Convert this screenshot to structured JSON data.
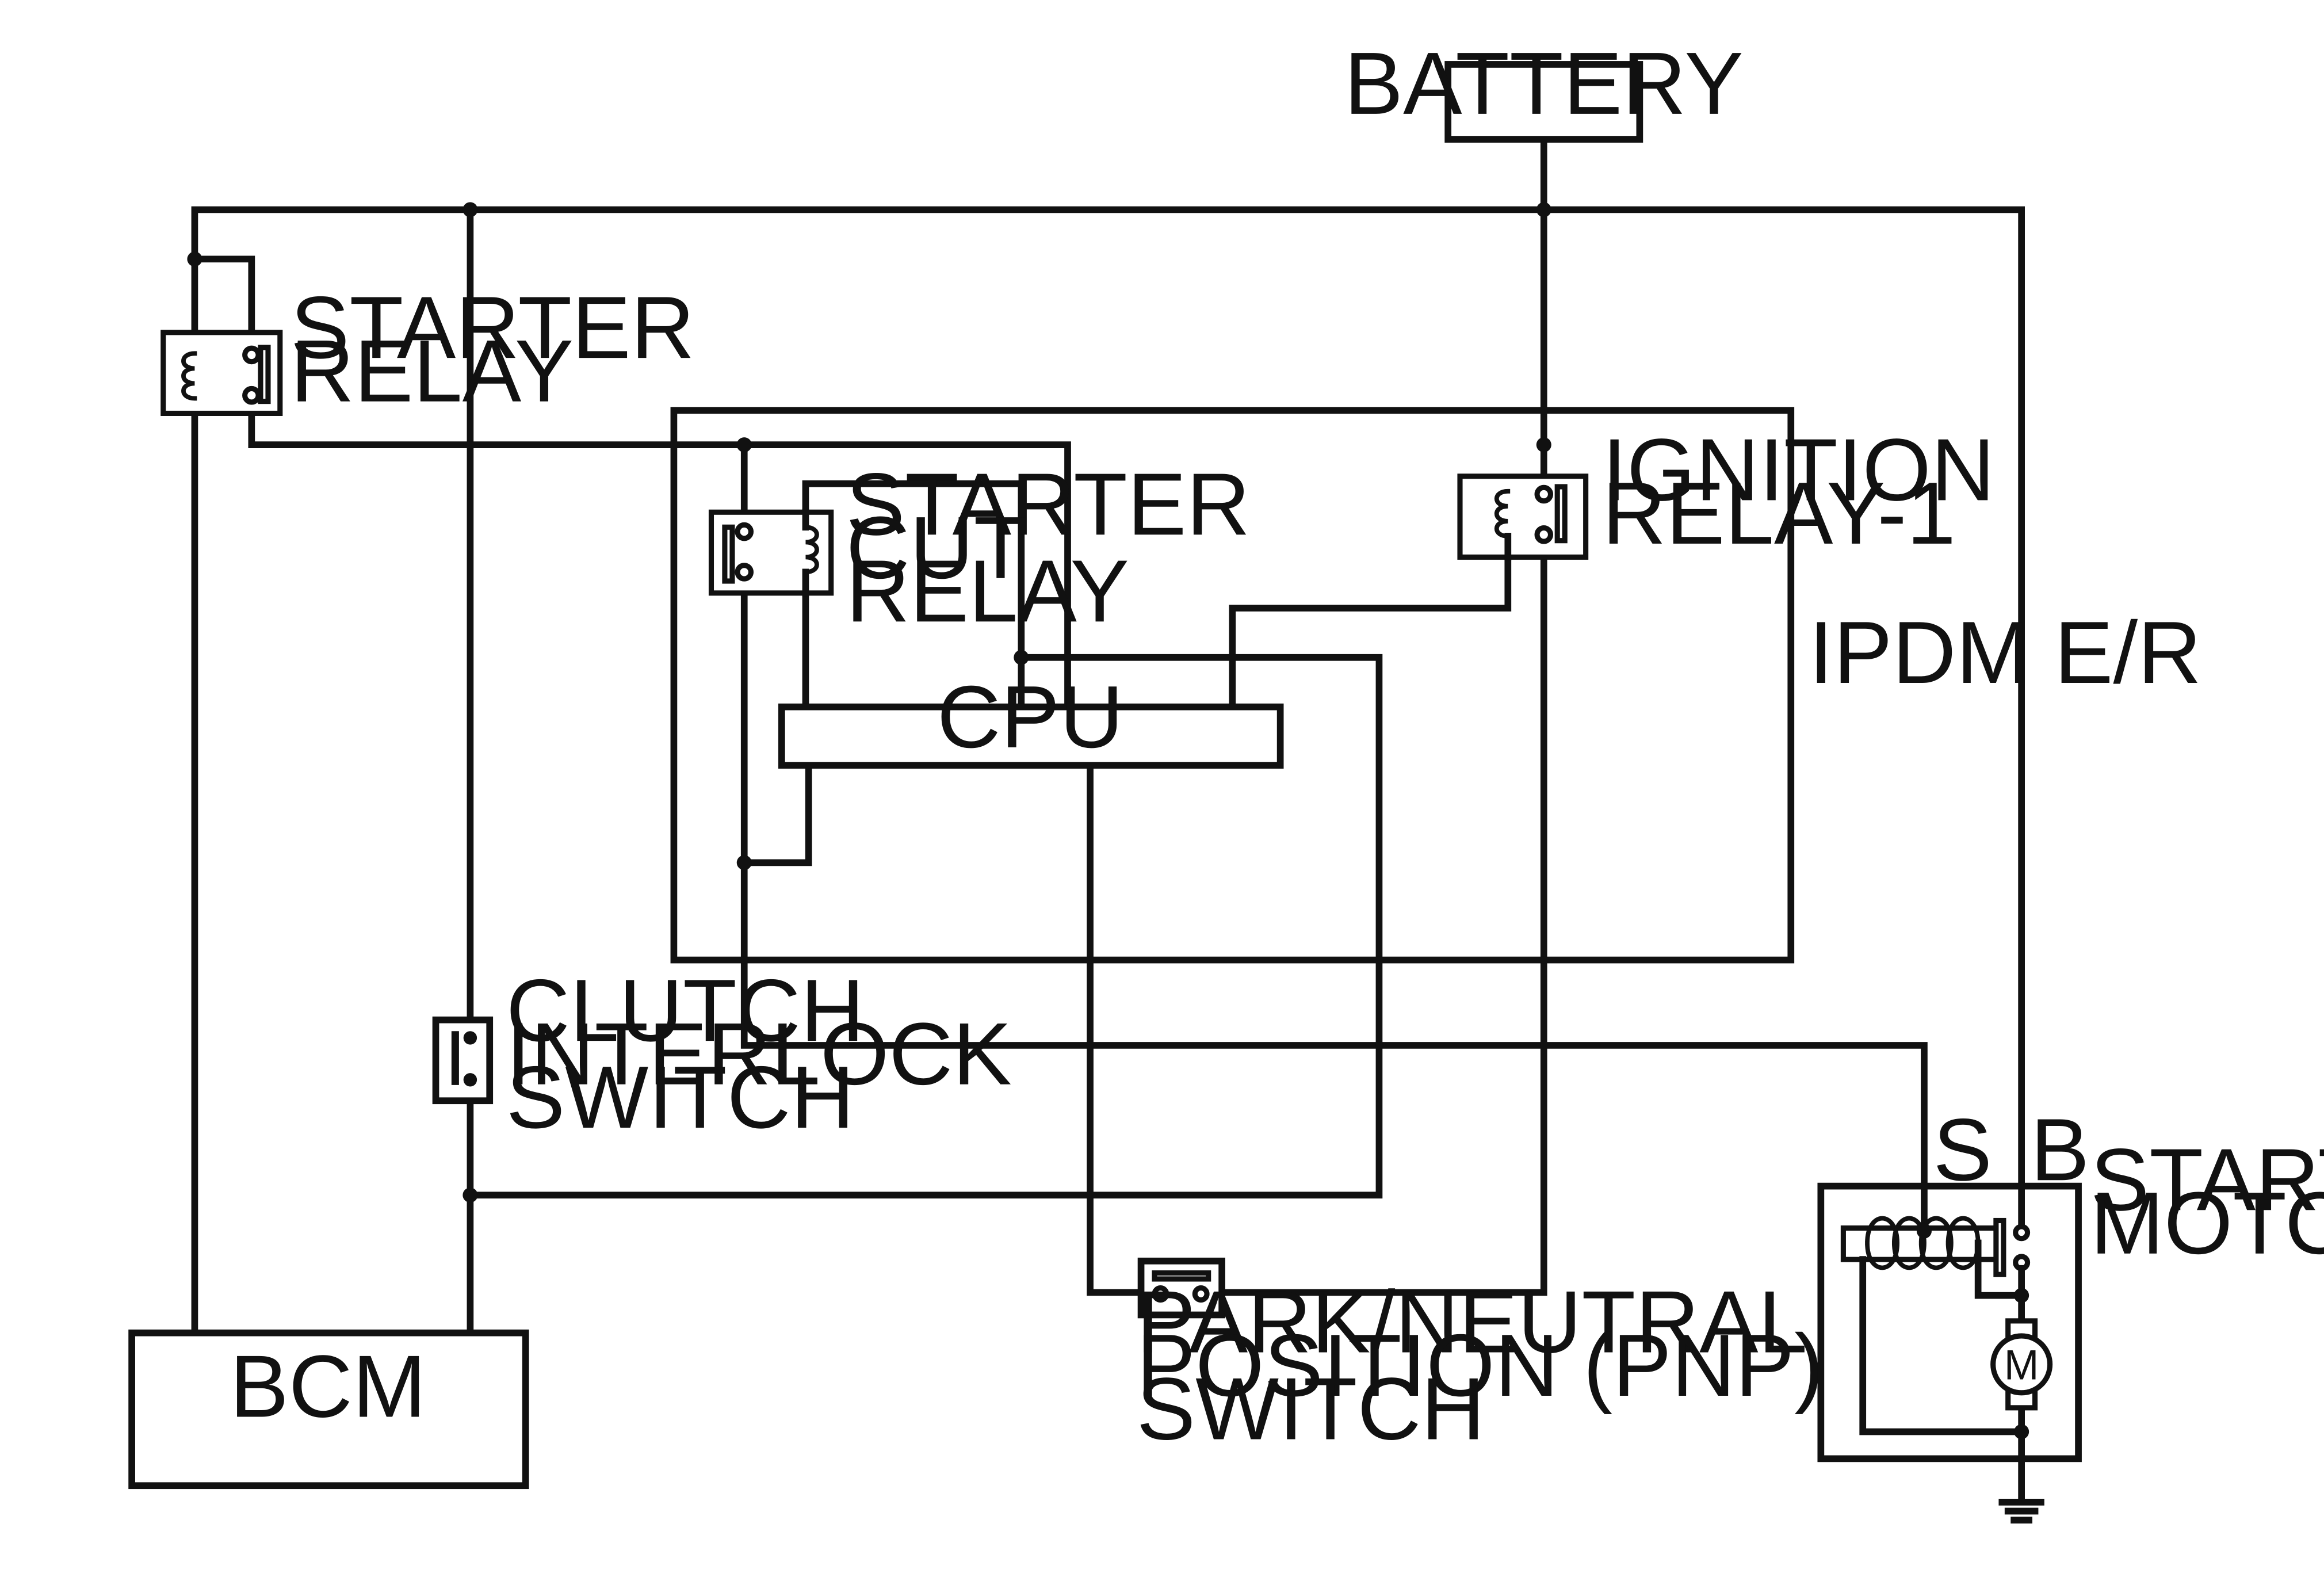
{
  "labels": {
    "battery": "BATTERY",
    "starter_relay": [
      "STARTER",
      "RELAY"
    ],
    "starter_cut_relay": [
      "STARTER",
      "CUT",
      "RELAY"
    ],
    "ignition_relay": [
      "IGNITION",
      "RELAY-1"
    ],
    "ipdm": "IPDM E/R",
    "cpu": "CPU",
    "clutch_switch": [
      "CLUTCH",
      "INTERLOCK",
      "SWITCH"
    ],
    "pnp_switch": [
      "PARK/NEUTRAL",
      "POSITION (PNP)",
      "SWITCH"
    ],
    "bcm": "BCM",
    "starter_motor": [
      "STARTER",
      "MOTOR"
    ],
    "terminal_s": "S",
    "terminal_b": "B",
    "motor_symbol": "M"
  }
}
